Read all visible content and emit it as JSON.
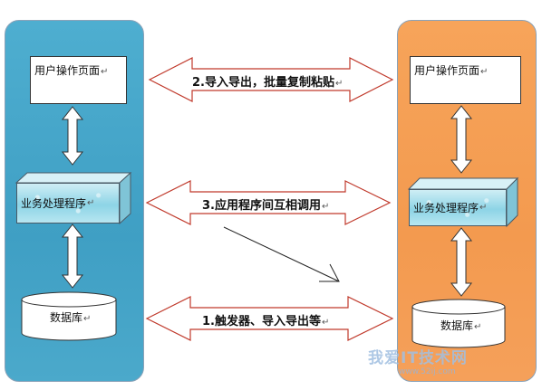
{
  "left_system": {
    "ui_box": "用户操作页面",
    "process_box": "业务处理程序",
    "database": "数据库"
  },
  "right_system": {
    "ui_box": "用户操作页面",
    "process_box": "业务处理程序",
    "database": "数据库"
  },
  "connections": {
    "top": "2.导入导出，批量复制粘贴",
    "middle": "3.应用程序间互相调用",
    "bottom": "1.触发器、导入导出等"
  },
  "paragraph_mark": "↵",
  "watermark": {
    "title": "我爱IT技术网",
    "url": "www.52ij.com"
  },
  "colors": {
    "left_panel": "#3f9fc4",
    "right_panel": "#f39a4f",
    "arrow_outline": "#c0392b"
  }
}
